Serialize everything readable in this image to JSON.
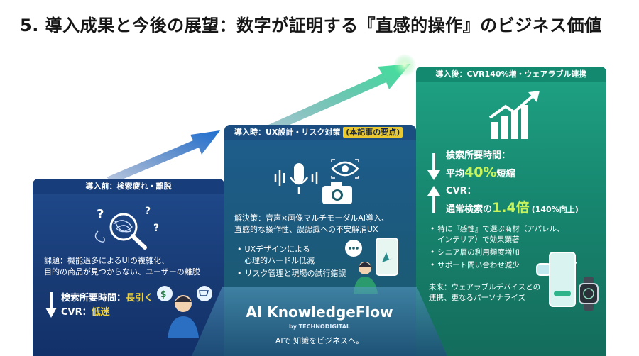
{
  "title": "5. 導入成果と今後の展望：数字が証明する『直感的操作』のビジネス価値",
  "colors": {
    "panel_before": "#1f4a8c",
    "panel_during": "#1e5c8e",
    "panel_after": "#1fa384",
    "highlight": "#f0d23c",
    "green_highlight": "#c8f35a"
  },
  "before": {
    "header": "導入前：検索疲れ・離脱",
    "issue_line1": "課題：機能過多によるUIの複雑化、",
    "issue_line2": "目的の商品が見つからない、ユーザーの離脱",
    "search_label": "検索所要時間：",
    "search_value": "長引く",
    "cvr_label": "CVR：",
    "cvr_value": "低迷"
  },
  "during": {
    "header_main": "導入時：UX設計・リスク対策",
    "header_key": "(本記事の要点)",
    "solution_line1": "解決策：音声×画像マルチモーダルAI導入、",
    "solution_line2": "直感的な操作性、誤認識への不安解消UX",
    "bullet1_line1": "UXデザインによる",
    "bullet1_line2": "心理的ハードル低減",
    "bullet2": "リスク管理と現場の試行錯誤"
  },
  "after": {
    "header": "導入後：CVR140%増・ウェアラブル連携",
    "search_label": "検索所要時間：",
    "search_prefix": "平均",
    "search_value": "40%",
    "search_suffix": "短縮",
    "cvr_label": "CVR：",
    "cvr_prefix": "通常検索の",
    "cvr_value": "1.4倍",
    "cvr_note": "(140%向上)",
    "bullet1_line1": "特に『感性』で選ぶ商材（アパレル、",
    "bullet1_line2": "インテリア）で効果顕著",
    "bullet2": "シニア層の利用頻度増加",
    "bullet3": "サポート問い合わせ減少",
    "future_line1": "未来：ウェアラブルデバイスとの",
    "future_line2": "連携、更なるパーソナライズ"
  },
  "brand": {
    "name": "AI KnowledgeFlow",
    "by": "by TECHNODIGITAL",
    "tagline": "AIで 知識をビジネスへ。"
  },
  "icons": [
    "tangled-search-icon",
    "confused-user-icon",
    "microphone-icon",
    "eye-icon",
    "camera-icon",
    "phone-user-icon",
    "growth-chart-icon",
    "down-arrow-icon",
    "up-arrow-icon",
    "smart-glasses-icon",
    "smartphone-icon",
    "smartwatch-icon",
    "trend-arrow-icon"
  ]
}
